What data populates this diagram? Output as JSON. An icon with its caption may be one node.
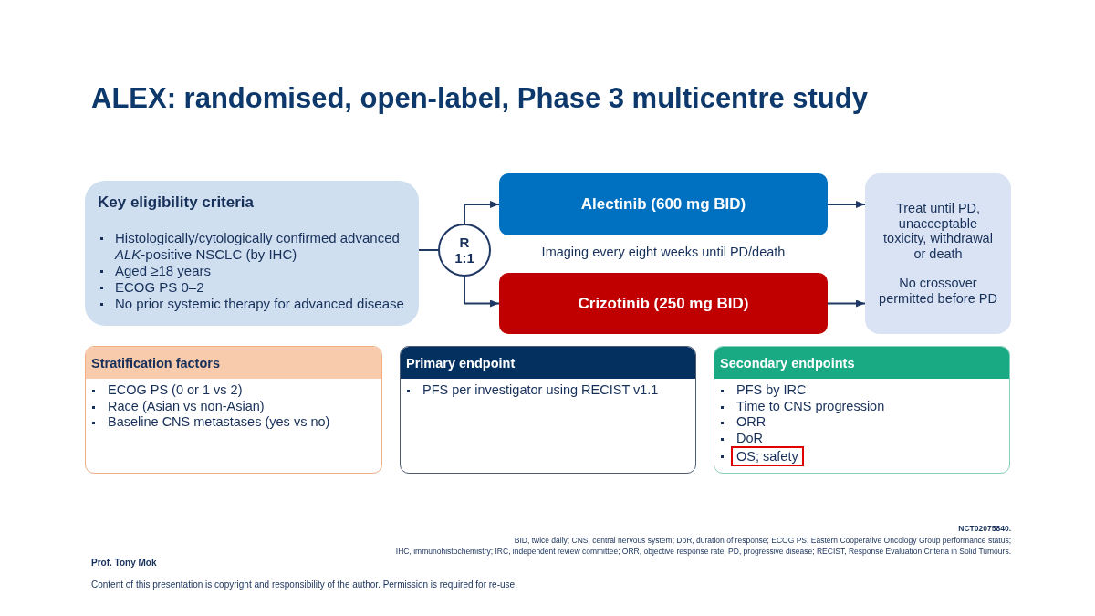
{
  "diagram": {
    "title": "ALEX: randomised, open-label, Phase 3 multicentre study",
    "nodes": [
      {
        "text": [
          "Key eligibility criteria",
          "Histologically/cytologically confirmed advanced *ALK*-positive NSCLC (by IHC)",
          "Aged ≥18 years",
          "ECOG PS 0–2",
          "No prior systemic therapy for advanced disease"
        ]
      },
      {
        "text": [
          "R 1:1"
        ]
      },
      {
        "text": [
          "Alectinib (600 mg BID)"
        ]
      },
      {
        "text": [
          "Crizotinib (250 mg BID)"
        ]
      },
      {
        "text": [
          "Treat until PD, unacceptable toxicity, withdrawal or death",
          "No crossover permitted before PD"
        ]
      },
      {
        "text": [
          "Stratification factors",
          "ECOG PS (0 or 1 vs 2)",
          "Race (Asian vs non-Asian)",
          "Baseline CNS metastases (yes vs no)"
        ]
      },
      {
        "text": [
          "Primary endpoint",
          "PFS per investigator using RECIST v1.1"
        ]
      },
      {
        "text": [
          "Secondary endpoints",
          "PFS by IRC",
          "Time to CNS progression",
          "ORR",
          "DoR"
        ]
      },
      {
        "text": [
          "OS; safety"
        ],
        "in": 7
      }
    ],
    "edges": [
      {
        "from": 0,
        "to": 1,
        "arrow": "none"
      },
      {
        "from": 1,
        "to": 2,
        "arrow": "to"
      },
      {
        "from": 1,
        "to": 3,
        "arrow": "to"
      },
      {
        "from": 2,
        "to": 4,
        "arrow": "to"
      },
      {
        "from": 3,
        "to": 4,
        "arrow": "to"
      }
    ],
    "labels": [
      "Imaging every eight weeks until PD/death",
      "NCT02075840.",
      "BID, twice daily; CNS, central nervous system; DoR, duration of response; ECOG PS, Eastern Cooperative Oncology Group performance status;",
      "IHC, immunohistochemistry; IRC, independent review committee; ORR, objective response rate; PD, progressive disease; RECIST, Response Evaluation Criteria in Solid Tumours.",
      "Prof. Tony Mok",
      "Content of this presentation is copyright and responsibility of the author. Permission is required for re-use."
    ]
  }
}
